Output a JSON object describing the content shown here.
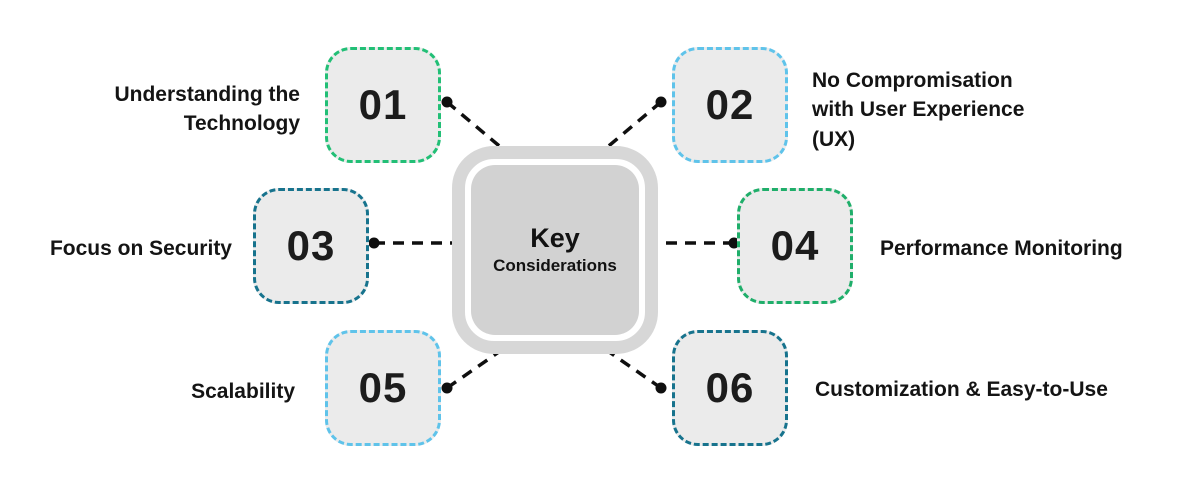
{
  "diagram": {
    "type": "hub-and-spoke infographic",
    "center": {
      "title": "Key",
      "subtitle": "Considerations"
    },
    "items": [
      {
        "number": "01",
        "label": "Understanding the Technology",
        "border_color": "#22bf76",
        "side": "left"
      },
      {
        "number": "02",
        "label": "No Compromisation with User Experience (UX)",
        "border_color": "#5fc3ea",
        "side": "right"
      },
      {
        "number": "03",
        "label": "Focus on Security",
        "border_color": "#17738d",
        "side": "left"
      },
      {
        "number": "04",
        "label": "Performance Monitoring",
        "border_color": "#1fae6a",
        "side": "right"
      },
      {
        "number": "05",
        "label": "Scalability",
        "border_color": "#5fc3ea",
        "side": "left"
      },
      {
        "number": "06",
        "label": "Customization & Easy-to-Use",
        "border_color": "#17738d",
        "side": "right"
      }
    ],
    "colors": {
      "box_fill": "#ebebeb",
      "center_ring": "#d7d7d7",
      "center_fill": "#d2d2d2",
      "connector_line": "#0f0f0f",
      "text": "#141414",
      "background": "#ffffff"
    }
  }
}
